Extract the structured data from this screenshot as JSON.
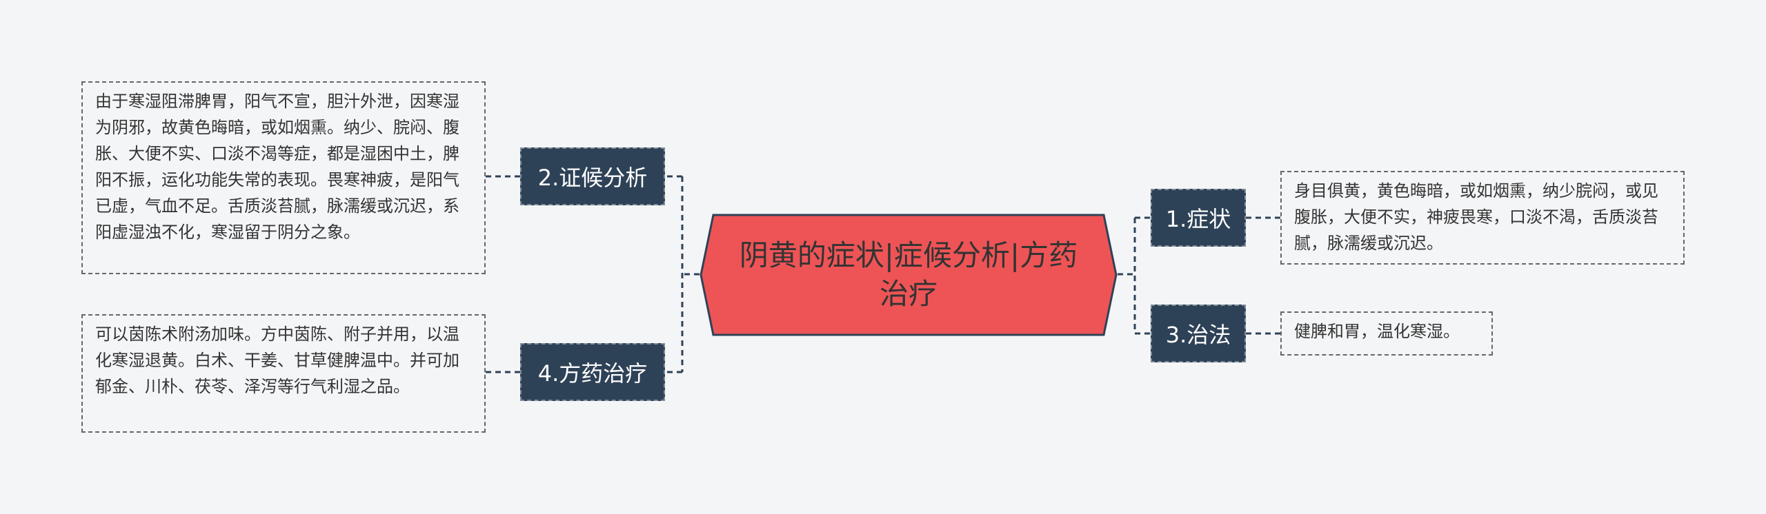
{
  "colors": {
    "root_fill": "#ee5456",
    "root_stroke": "#2e4257",
    "branch_fill": "#2e4257",
    "branch_text": "#ffffff",
    "line": "#2e4257",
    "background": "#f4f5f7"
  },
  "root": {
    "label": "阴黄的症状|症候分析|方药治疗"
  },
  "branches": [
    {
      "label": "1.症状",
      "detail": "身目俱黄，黄色晦暗，或如烟熏，纳少脘闷，或见腹胀，大便不实，神疲畏寒，口淡不渴，舌质淡苔腻，脉濡缓或沉迟。"
    },
    {
      "label": "2.证候分析",
      "detail": "由于寒湿阻滞脾胃，阳气不宣，胆汁外泄，因寒湿为阴邪，故黄色晦暗，或如烟熏。纳少、脘闷、腹胀、大便不实、口淡不渴等症，都是湿困中土，脾阳不振，运化功能失常的表现。畏寒神疲，是阳气已虚，气血不足。舌质淡苔腻，脉濡缓或沉迟，系阳虚湿浊不化，寒湿留于阴分之象。"
    },
    {
      "label": "3.治法",
      "detail": "健脾和胃，温化寒湿。"
    },
    {
      "label": "4.方药治疗",
      "detail": "可以茵陈术附汤加味。方中茵陈、附子并用，以温化寒湿退黄。白术、干姜、甘草健脾温中。并可加郁金、川朴、茯苓、泽泻等行气利湿之品。"
    }
  ]
}
